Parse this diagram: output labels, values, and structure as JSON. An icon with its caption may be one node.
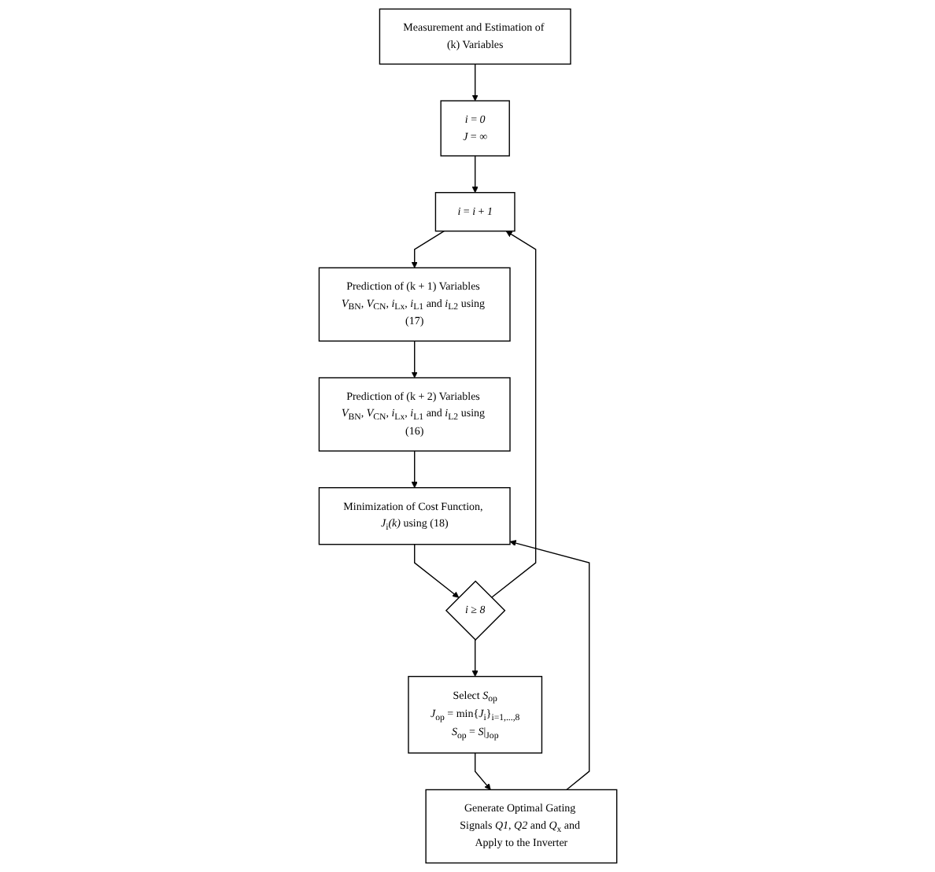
{
  "diagram": {
    "nodes": [
      {
        "text": [
          "Measurement and Estimation of (k) Variables"
        ]
      },
      {
        "text": [
          "*i* = *0*",
          "*J* = ∞"
        ]
      },
      {
        "text": [
          "*i* = *i* + *1*"
        ]
      },
      {
        "text": [
          "Prediction of (k + 1) Variables *V*$_{BN}$, *V*$_{CN}$, *i*$_{Lx}$, *i*$_{L1}$ and *i*$_{L2}$ using (17)"
        ]
      },
      {
        "text": [
          "Prediction of (k + 2) Variables *V*$_{BN}$, *V*$_{CN}$, *i*$_{Lx}$, *i*$_{L1}$ and *i*$_{L2}$ using (16)"
        ]
      },
      {
        "text": [
          "Minimization of Cost Function, *J*$_{i}$*(k)* using (18)"
        ]
      },
      {
        "text": [
          "*i* ≥ *8*"
        ]
      },
      {
        "text": [
          "Select *S*$_{op}$",
          "*J*$_{op}$ = min{*J*$_{i}$}$_{i=1,...,8}$",
          "*S*$_{op}$ = *S*|$_{Jop}$"
        ]
      },
      {
        "text": [
          "Generate Optimal Gating Signals *Q1*, *Q2* and *Q*$_{x}$ and Apply to the Inverter"
        ]
      }
    ],
    "edges": [
      {
        "from": 0,
        "to": 1,
        "arrow": "to"
      },
      {
        "from": 1,
        "to": 2,
        "arrow": "to"
      },
      {
        "from": 2,
        "to": 3,
        "arrow": "to"
      },
      {
        "from": 3,
        "to": 4,
        "arrow": "to"
      },
      {
        "from": 4,
        "to": 5,
        "arrow": "to"
      },
      {
        "from": 5,
        "to": 6,
        "arrow": "to"
      },
      {
        "from": 6,
        "to": 2,
        "arrow": "to"
      },
      {
        "from": 6,
        "to": 7,
        "arrow": "to"
      },
      {
        "from": 7,
        "to": 8,
        "arrow": "to"
      },
      {
        "from": 8,
        "to": 5,
        "arrow": "to"
      }
    ]
  }
}
